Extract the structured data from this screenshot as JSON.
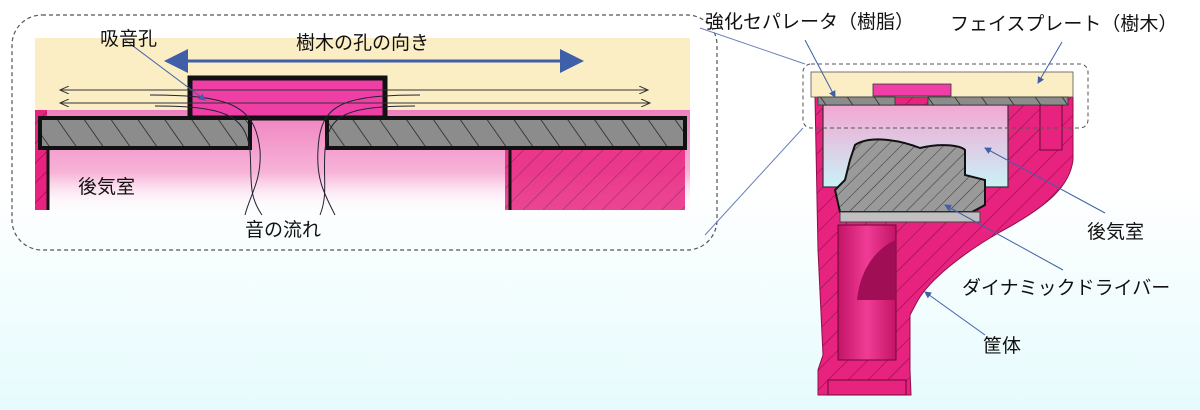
{
  "colors": {
    "faceplate": "#fbeec4",
    "body": "#e8237f",
    "separator": "#8c8c8c",
    "arrow_blue": "#3f5fa8",
    "leader": "#6a80b8"
  },
  "detail_view": {
    "hole_label": "吸音孔",
    "grain_label": "樹木の孔の向き",
    "chamber_label": "後気室",
    "flow_label": "音の流れ"
  },
  "section_view": {
    "separator_label": "強化セパレータ（樹脂）",
    "faceplate_label": "フェイスプレート（樹木）",
    "chamber_label": "後気室",
    "driver_label": "ダイナミックドライバー",
    "housing_label": "筐体"
  }
}
